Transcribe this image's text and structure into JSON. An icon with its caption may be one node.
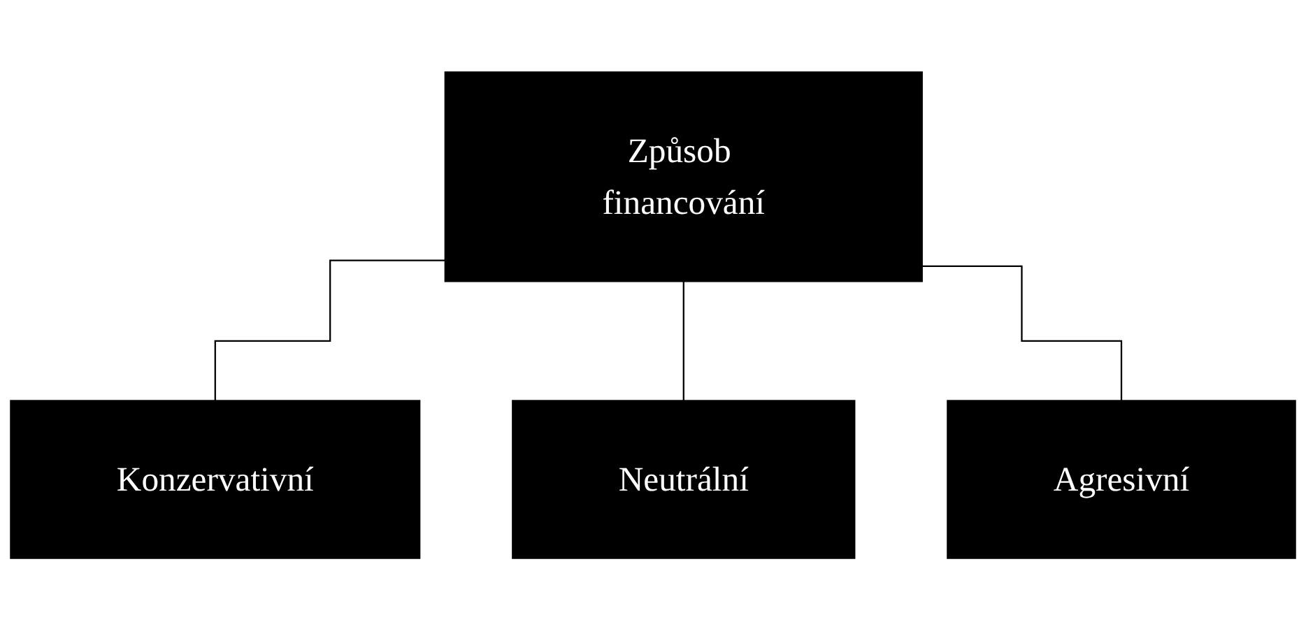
{
  "diagram": {
    "nodes": [
      {
        "text": [
          "Způsob financování"
        ]
      },
      {
        "text": [
          "Konzervativní"
        ]
      },
      {
        "text": [
          "Neutrální"
        ]
      },
      {
        "text": [
          "Agresivní"
        ]
      }
    ],
    "edges": [
      {
        "from": 0,
        "to": 1,
        "arrow": "none"
      },
      {
        "from": 0,
        "to": 2,
        "arrow": "none"
      },
      {
        "from": 0,
        "to": 3,
        "arrow": "none"
      }
    ]
  }
}
